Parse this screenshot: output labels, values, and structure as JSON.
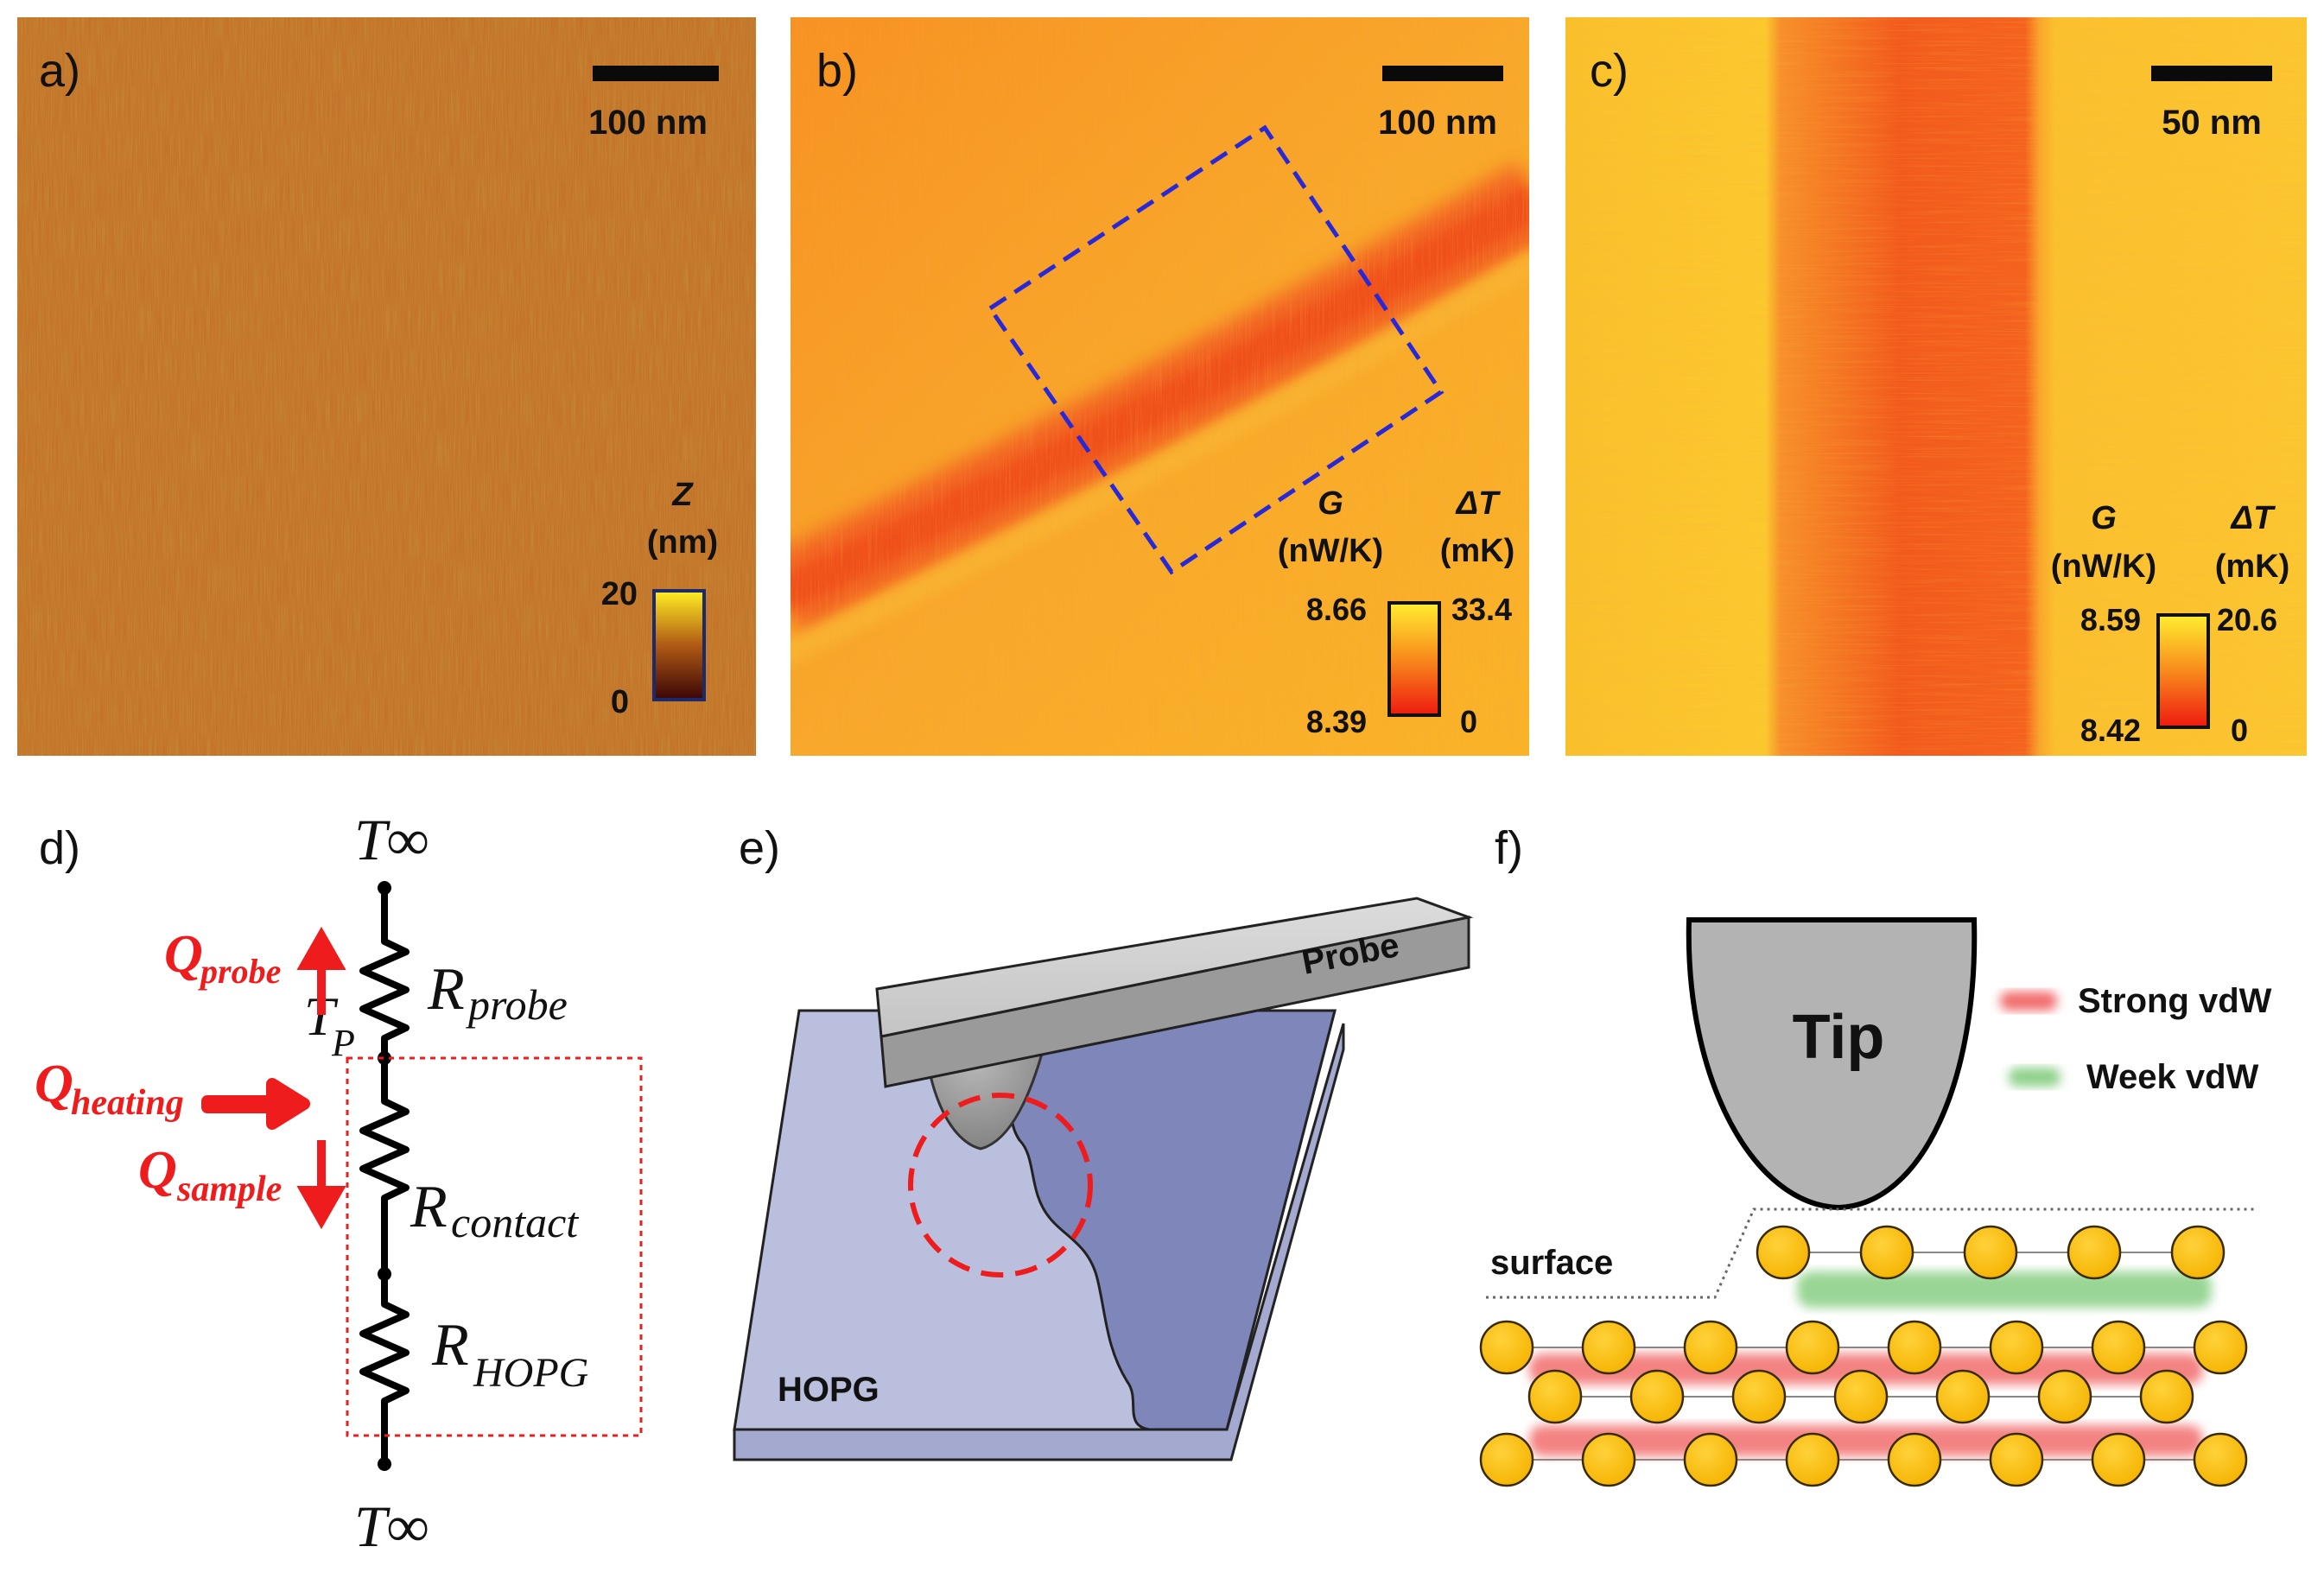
{
  "panels": {
    "a": {
      "label": "a)",
      "scale_bar": "100 nm",
      "colorbar": {
        "title": "Z",
        "unit": "(nm)",
        "max": "20",
        "min": "0"
      }
    },
    "b": {
      "label": "b)",
      "scale_bar": "100 nm",
      "colorbar_left": {
        "title": "G",
        "unit": "(nW/K)",
        "max": "8.66",
        "min": "8.39"
      },
      "colorbar_right": {
        "title": "ΔT",
        "unit": "(mK)",
        "max": "33.4",
        "min": "0"
      }
    },
    "c": {
      "label": "c)",
      "scale_bar": "50 nm",
      "colorbar_left": {
        "title": "G",
        "unit": "(nW/K)",
        "max": "8.59",
        "min": "8.42"
      },
      "colorbar_right": {
        "title": "ΔT",
        "unit": "(mK)",
        "max": "20.6",
        "min": "0"
      }
    },
    "d": {
      "label": "d)",
      "t_top": "T∞",
      "t_bottom": "T∞",
      "t_probe": "T",
      "t_probe_sub": "P",
      "r_probe": "R",
      "r_probe_sub": "probe",
      "r_contact": "R",
      "r_contact_sub": "contact",
      "r_hopg": "R",
      "r_hopg_sub": "HOPG",
      "q_probe": "Q",
      "q_probe_sub": "probe",
      "q_heating": "Q",
      "q_heating_sub": "heating",
      "q_sample": "Q",
      "q_sample_sub": "sample"
    },
    "e": {
      "label": "e)",
      "probe_label": "Probe",
      "sample_label": "HOPG"
    },
    "f": {
      "label": "f)",
      "tip_label": "Tip",
      "surface_label": "surface",
      "legend": [
        {
          "label": "Strong vdW",
          "color": "#f26d6d"
        },
        {
          "label": "Week vdW",
          "color": "#8fd18a"
        }
      ]
    }
  },
  "colors": {
    "afm_brown": "#c8782a",
    "thermal_orange": "#f5a020",
    "thermal_red": "#ee3a12",
    "dashed_box_blue": "#2a2ad8",
    "accent_red": "#ee1c1c",
    "atom_yellow": "#ffc20e",
    "hopg_light": "#b9bfdb",
    "hopg_dark": "#8088b8"
  }
}
